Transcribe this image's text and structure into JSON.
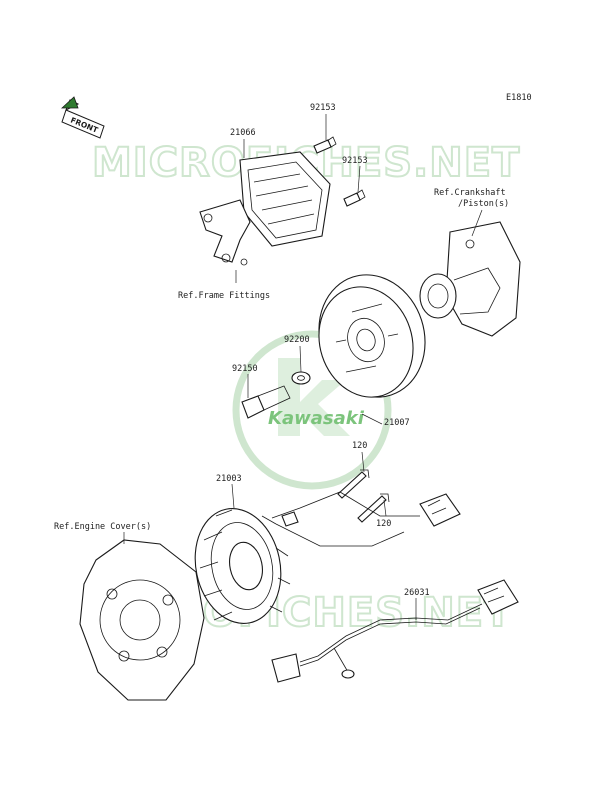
{
  "diagram_code": "E1810",
  "front_badge": "FRONT",
  "watermark": {
    "text": "MICROFICHES.NET",
    "logo_text": "Kawasaki",
    "color": "#cfe6cf",
    "logo_color": "#7cc47c"
  },
  "parts": {
    "p92153a": "92153",
    "p92153b": "92153",
    "p21066": "21066",
    "p92200": "92200",
    "p92150": "92150",
    "p21007": "21007",
    "p120a": "120",
    "p120b": "120",
    "p21003": "21003",
    "p26031": "26031"
  },
  "refs": {
    "crankshaft_line1": "Ref.Crankshaft",
    "crankshaft_line2": "/Piston(s)",
    "frame_fittings": "Ref.Frame Fittings",
    "engine_cover": "Ref.Engine Cover(s)"
  }
}
